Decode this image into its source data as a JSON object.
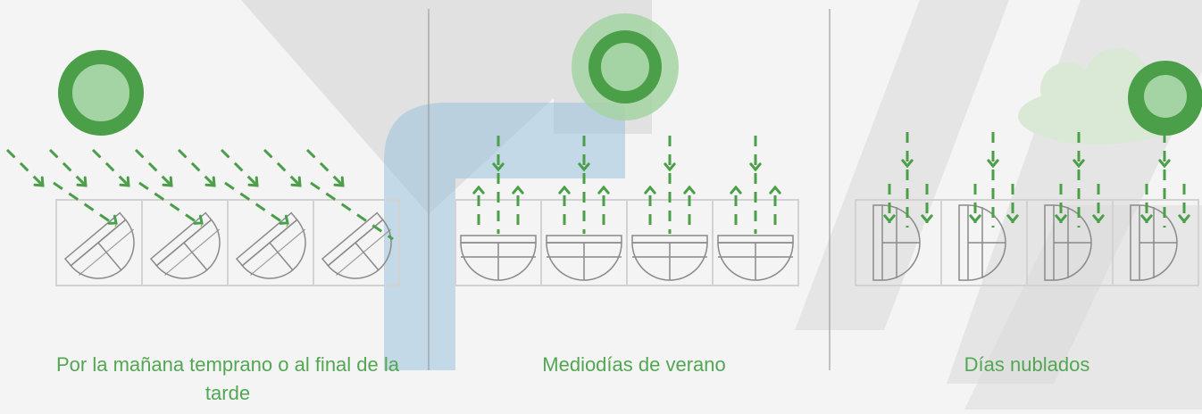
{
  "colors": {
    "background": "#f3f4f3",
    "accent_green": "#4b9f49",
    "light_green": "#a4d4a3",
    "pale_green": "#d9e9d6",
    "diagram_line": "#8a8a8a",
    "box_line": "#d2d2d2",
    "divider": "#8e8e8e",
    "watermark_gray": "#d8d8d8",
    "watermark_blue": "#9ac3dd"
  },
  "icons": {
    "sun": "sun-icon",
    "cloud": "cloud-icon",
    "arrow": "arrow-icon"
  },
  "panels": [
    {
      "id": "early-late",
      "caption": "Por la mañana temprano o al final de la tarde",
      "sun_style": "ring",
      "light": "oblique",
      "louver": "tilted"
    },
    {
      "id": "summer-noon",
      "caption": "Mediodías de verano",
      "sun_style": "glow",
      "light": "vertical-reflected",
      "louver": "horizontal"
    },
    {
      "id": "cloudy",
      "caption": "Días nublados",
      "sun_style": "behind-cloud",
      "light": "vertical-diffuse",
      "louver": "vertical"
    }
  ]
}
